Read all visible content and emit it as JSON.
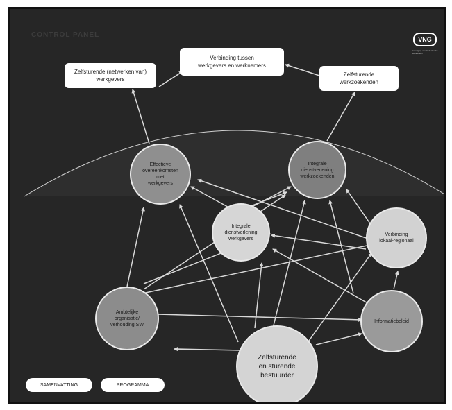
{
  "header": {
    "title": "CONTROL PANEL",
    "logo_text": "VNG",
    "logo_subtitle": "Vereniging van Nederlandse Gemeenten"
  },
  "outcomes": [
    {
      "id": "out-werkgevers",
      "label": "Zelfsturende (netwerken van)\nwerkgevers"
    },
    {
      "id": "out-verbinding",
      "label": "Verbinding tussen\nwerkgevers en werknemers"
    },
    {
      "id": "out-werkzoekenden",
      "label": "Zelfsturende\nwerkzoekenden"
    }
  ],
  "nodes": [
    {
      "id": "effectieve",
      "label": "Effectieve\novereenkomsten\nmet\nwerkgevers",
      "color": "#8f8f8f"
    },
    {
      "id": "integrale-wz",
      "label": "Integrale\ndienstverlening\nwerkzoekenden",
      "color": "#7f7f7f"
    },
    {
      "id": "integrale-wg",
      "label": "Integrale\ndienstverlening\nwerkgevers",
      "color": "#d6d6d6"
    },
    {
      "id": "verbinding",
      "label": "Verbinding\nlokaal-regionaal",
      "color": "#d2d2d2"
    },
    {
      "id": "ambtelijke",
      "label": "Ambtelijke\norganisatie/\nverhouding SW",
      "color": "#8c8c8c"
    },
    {
      "id": "informatie",
      "label": "Informatiebeleid",
      "color": "#9a9a9a"
    },
    {
      "id": "bestuurder",
      "label": "Zelfsturende\nen sturende\nbestuurder",
      "color": "#d4d4d4"
    }
  ],
  "buttons": {
    "samenvatting": "SAMENVATTING",
    "programma": "PROGRAMMA"
  },
  "colors": {
    "panel_background": "#262626",
    "arrow": "#d9d9d9"
  }
}
